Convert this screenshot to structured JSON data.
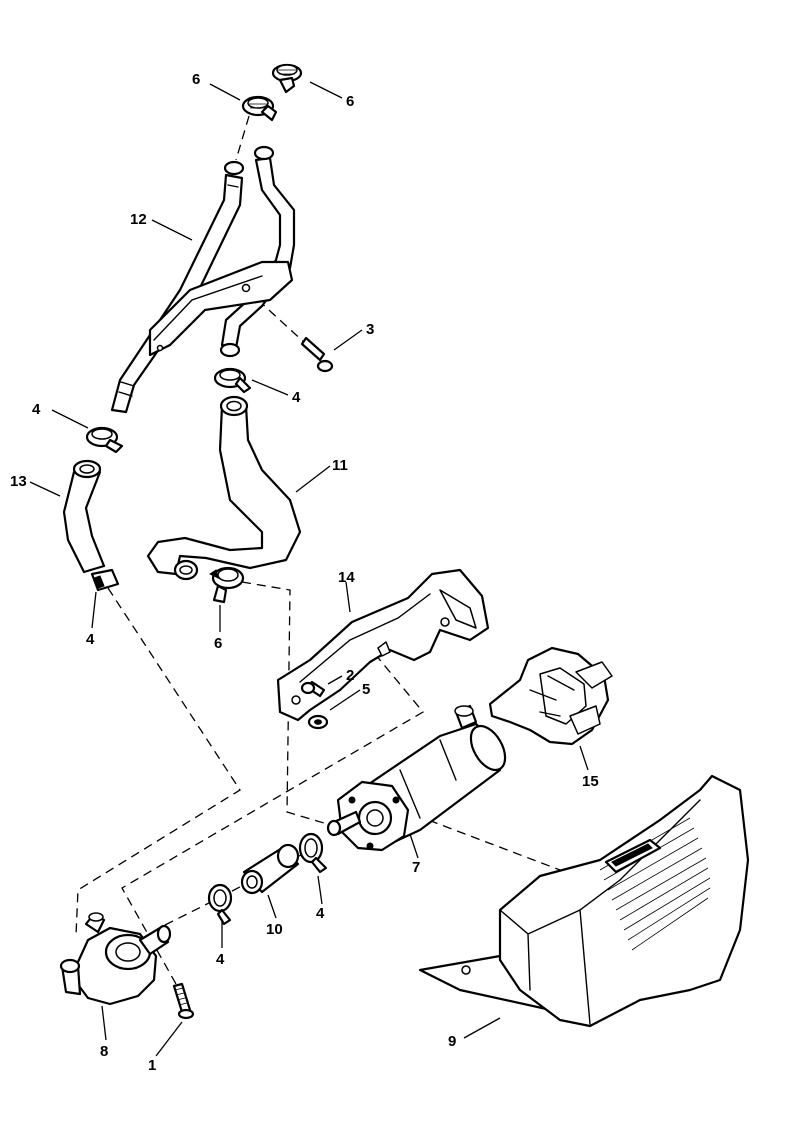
{
  "callouts": [
    {
      "id": "c6a",
      "label": "6"
    },
    {
      "id": "c6b",
      "label": "6"
    },
    {
      "id": "c12",
      "label": "12"
    },
    {
      "id": "c3",
      "label": "3"
    },
    {
      "id": "c4a",
      "label": "4"
    },
    {
      "id": "c4b",
      "label": "4"
    },
    {
      "id": "c11",
      "label": "11"
    },
    {
      "id": "c13",
      "label": "13"
    },
    {
      "id": "c14",
      "label": "14"
    },
    {
      "id": "c4c",
      "label": "4"
    },
    {
      "id": "c6c",
      "label": "6"
    },
    {
      "id": "c2",
      "label": "2"
    },
    {
      "id": "c5",
      "label": "5"
    },
    {
      "id": "c15",
      "label": "15"
    },
    {
      "id": "c7",
      "label": "7"
    },
    {
      "id": "c4d",
      "label": "4"
    },
    {
      "id": "c10",
      "label": "10"
    },
    {
      "id": "c4e",
      "label": "4"
    },
    {
      "id": "c8",
      "label": "8"
    },
    {
      "id": "c1",
      "label": "1"
    },
    {
      "id": "c9",
      "label": "9"
    }
  ]
}
